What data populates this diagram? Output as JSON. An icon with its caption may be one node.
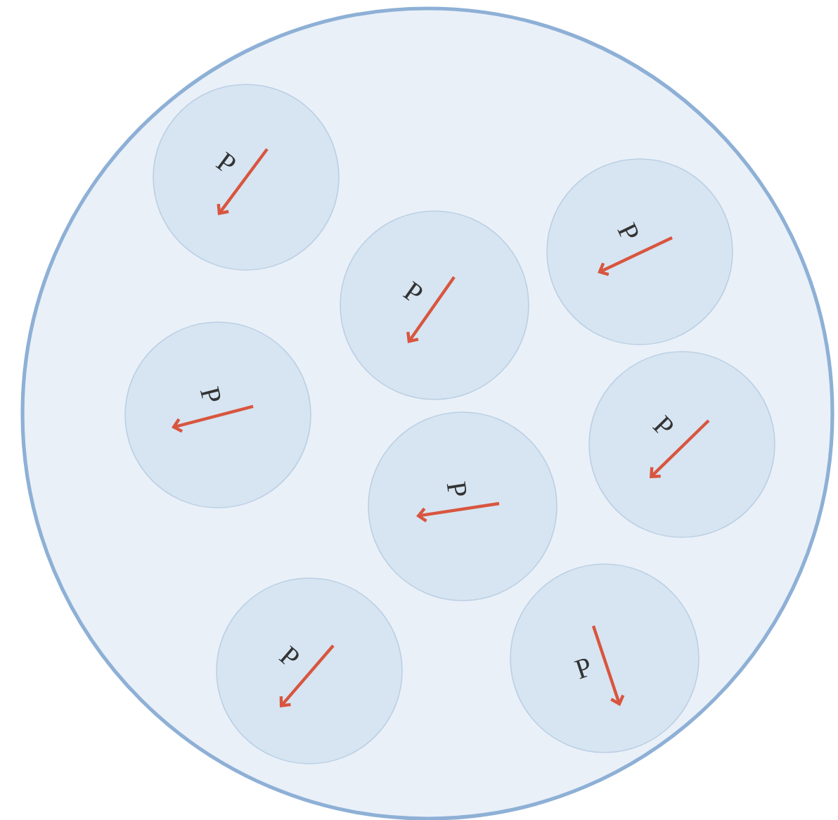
{
  "diagram": {
    "nodes": [
      {
        "text": [],
        "shape": "circle"
      },
      {
        "text": [
          "P"
        ],
        "in": 0
      },
      {
        "text": [
          "P"
        ],
        "in": 0
      },
      {
        "text": [
          "P"
        ],
        "in": 0
      },
      {
        "text": [
          "P"
        ],
        "in": 0
      },
      {
        "text": [
          "P"
        ],
        "in": 0
      },
      {
        "text": [
          "P"
        ],
        "in": 0
      },
      {
        "text": [
          "P"
        ],
        "in": 0
      },
      {
        "text": [
          "P"
        ],
        "in": 0
      }
    ]
  }
}
